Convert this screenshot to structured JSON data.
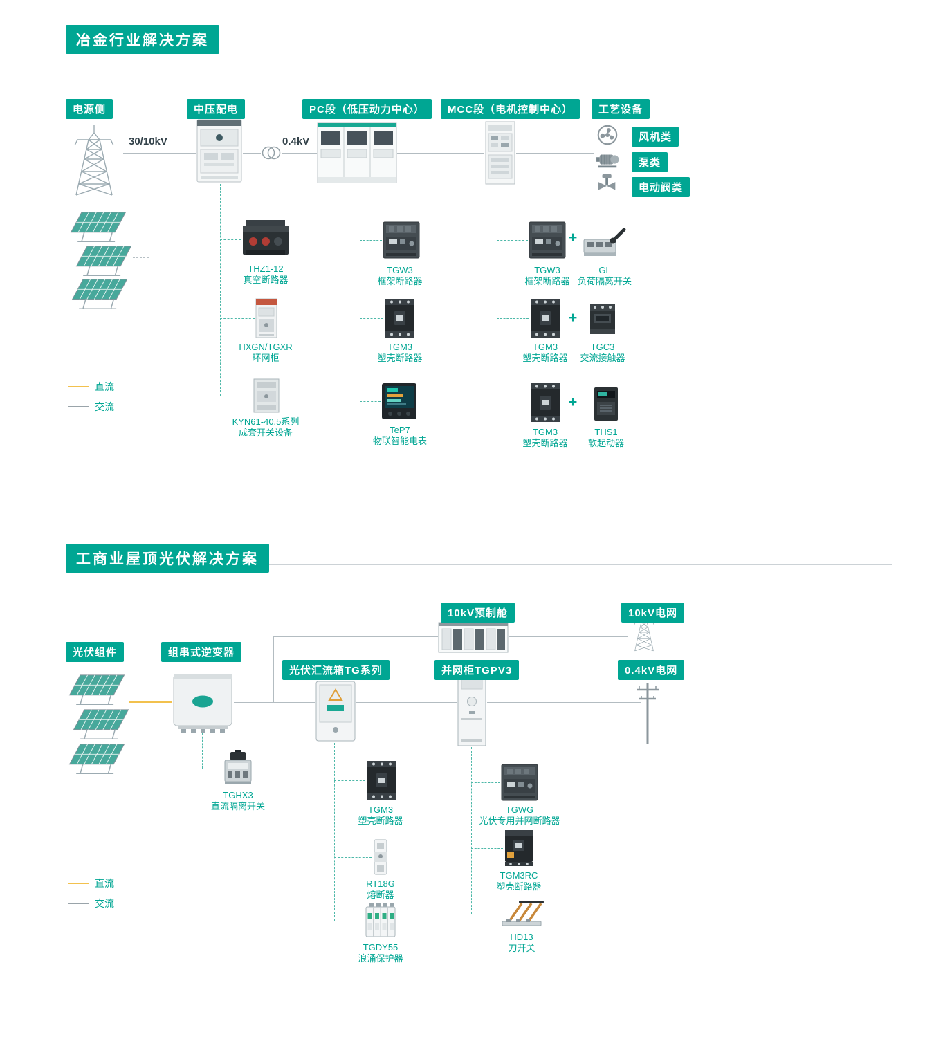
{
  "colors": {
    "teal": "#00a693",
    "dc_line": "#f2c14e",
    "ac_line": "#9aa4aa"
  },
  "plus": "+",
  "legend": {
    "dc_label": "直流",
    "ac_label": "交流"
  },
  "metallurgy": {
    "title": "冶金行业解决方案",
    "stage_labels": {
      "source": "电源侧",
      "mv": "中压配电",
      "pc": "PC段（低压动力中心）",
      "mcc": "MCC段（电机控制中心）",
      "process": "工艺设备"
    },
    "voltage_mv": "30/10kV",
    "voltage_lv": "0.4kV",
    "process_types": {
      "fan": "风机类",
      "pump": "泵类",
      "valve": "电动阀类"
    },
    "mv_products": [
      {
        "model": "THZ1-12",
        "name": "真空断路器"
      },
      {
        "model": "HXGN/TGXR",
        "name": "环网柜"
      },
      {
        "model": "KYN61-40.5系列",
        "name": "成套开关设备"
      }
    ],
    "pc_products": [
      {
        "model": "TGW3",
        "name": "框架断路器"
      },
      {
        "model": "TGM3",
        "name": "塑壳断路器"
      },
      {
        "model": "TeP7",
        "name": "物联智能电表"
      }
    ],
    "mcc_pairs": [
      {
        "left": {
          "model": "TGW3",
          "name": "框架断路器"
        },
        "right": {
          "model": "GL",
          "name": "负荷隔离开关"
        }
      },
      {
        "left": {
          "model": "TGM3",
          "name": "塑壳断路器"
        },
        "right": {
          "model": "TGC3",
          "name": "交流接触器"
        }
      },
      {
        "left": {
          "model": "TGM3",
          "name": "塑壳断路器"
        },
        "right": {
          "model": "THS1",
          "name": "软起动器"
        }
      }
    ]
  },
  "pv": {
    "title": "工商业屋顶光伏解决方案",
    "stage_labels": {
      "modules": "光伏组件",
      "inverter": "组串式逆变器",
      "combiner": "光伏汇流箱TG系列",
      "grid_cabinet": "并网柜TGPV3",
      "prefab": "10kV预制舱",
      "grid_10kv": "10kV电网",
      "grid_04kv": "0.4kV电网"
    },
    "inverter_product": {
      "model": "TGHX3",
      "name": "直流隔离开关"
    },
    "combiner_products": [
      {
        "model": "TGM3",
        "name": "塑壳断路器"
      },
      {
        "model": "RT18G",
        "name": "熔断器"
      },
      {
        "model": "TGDY55",
        "name": "浪涌保护器"
      }
    ],
    "grid_products": [
      {
        "model": "TGWG",
        "name": "光伏专用并网断路器"
      },
      {
        "model": "TGM3RC",
        "name": "塑壳断路器"
      },
      {
        "model": "HD13",
        "name": "刀开关"
      }
    ]
  }
}
